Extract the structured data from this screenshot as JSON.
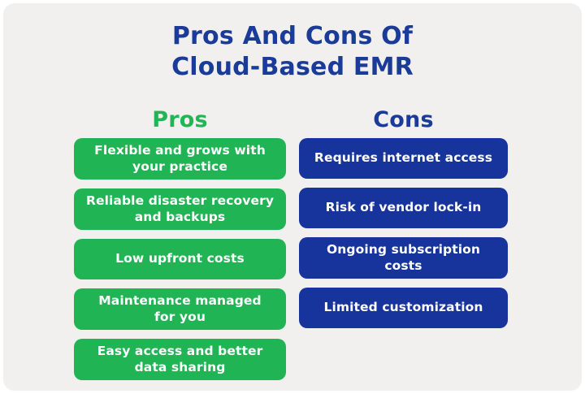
{
  "title": {
    "text": "Pros And Cons Of\nCloud-Based EMR"
  },
  "colors": {
    "background": "#f1f0ee",
    "frame": "#ffffff",
    "title_navy": "#1b3b98",
    "pros_header_green": "#21b556",
    "cons_header_navy": "#1b3b98",
    "pros_card_green": "#21b454",
    "cons_card_navy": "#17349c",
    "card_text": "#ffffff"
  },
  "pros": {
    "header": "Pros",
    "items": [
      "Flexible and grows with\nyour practice",
      "Reliable disaster recovery\nand backups",
      "Low upfront costs",
      "Maintenance managed\nfor you",
      "Easy access and better\ndata sharing"
    ]
  },
  "cons": {
    "header": "Cons",
    "items": [
      "Requires internet access",
      "Risk of vendor lock-in",
      "Ongoing subscription costs",
      "Limited customization"
    ]
  }
}
